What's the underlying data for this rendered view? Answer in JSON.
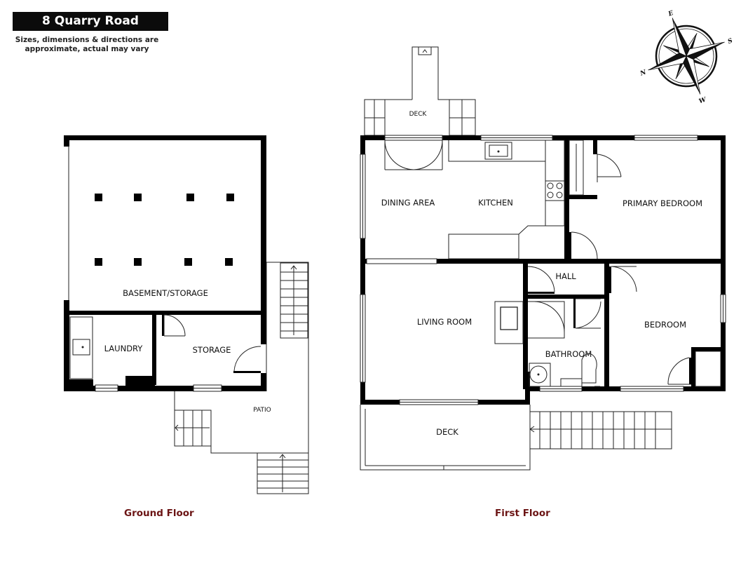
{
  "header": {
    "title": "8 Quarry Road",
    "subtitle_line1": "Sizes, dimensions & directions are",
    "subtitle_line2": "approximate, actual may vary"
  },
  "compass": {
    "n": "N",
    "e": "E",
    "s": "S",
    "w": "W"
  },
  "ground_floor": {
    "label": "Ground Floor",
    "rooms": {
      "basement": "BASEMENT/STORAGE",
      "laundry": "LAUNDRY",
      "storage": "STORAGE",
      "patio": "PATIO"
    }
  },
  "first_floor": {
    "label": "First Floor",
    "rooms": {
      "deck_top": "DECK",
      "dining": "DINING AREA",
      "kitchen": "KITCHEN",
      "primary_bedroom": "PRIMARY BEDROOM",
      "hall": "HALL",
      "living": "LIVING ROOM",
      "bedroom": "BEDROOM",
      "bathroom": "BATHROOM",
      "deck_bottom": "DECK"
    }
  },
  "colors": {
    "floor_label": "#6b1414",
    "wall": "#000000"
  }
}
